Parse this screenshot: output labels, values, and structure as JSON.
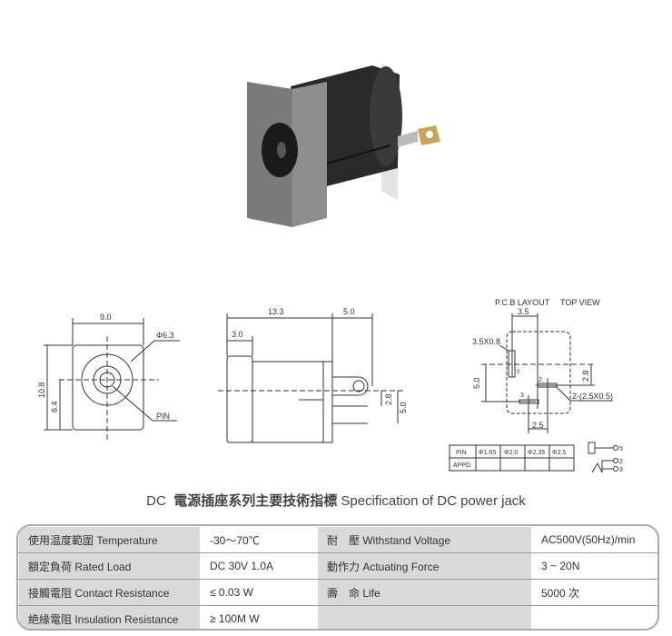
{
  "drawings": {
    "front": {
      "width": "9.0",
      "height": "10.8",
      "center": "6.4",
      "diameter": "Φ6.3",
      "pin": "PIN"
    },
    "side": {
      "length": "13.3",
      "front": "3.0",
      "lug": "5.0",
      "pin_offset": "2.8",
      "pin_span": "5.0"
    },
    "pcb": {
      "title": "P.C.B LAYOUT",
      "view": "TOP VIEW",
      "width": "3.5",
      "slot": "3.5X0.8",
      "height": "5.0",
      "offset": "2.8",
      "slots2": "2-(2.5X0.5)",
      "spacing": "2.5",
      "pin5": "5",
      "pin2": "2",
      "pin3": "3"
    },
    "pin_table": {
      "row1": [
        "PIN",
        "Φ1.65",
        "Φ2.0",
        "Φ2.35",
        "Φ2.5"
      ],
      "row2": [
        "APPD",
        "",
        "",
        "",
        ""
      ]
    },
    "schematic": {
      "p5": "5",
      "p2": "2",
      "p3": "3"
    }
  },
  "title": {
    "prefix": "DC",
    "cn": "電源插座系列主要技術指標",
    "en": "Specification of DC power jack"
  },
  "spec": [
    [
      "使用温度範圍 Temperature",
      "-30～70℃",
      "耐　壓 Withstand Voltage",
      "AC500V(50Hz)/min"
    ],
    [
      "額定負荷  Rated Load",
      "DC  30V  1.0A",
      "動作力 Actuating Force",
      "3 ~ 20N"
    ],
    [
      "接觸電阻  Contact Resistance",
      "≤ 0.03 W",
      "壽　命 Life",
      "5000 次"
    ],
    [
      "絶緣電阻  Insulation Resistance",
      "≥ 100M W",
      "",
      ""
    ]
  ]
}
